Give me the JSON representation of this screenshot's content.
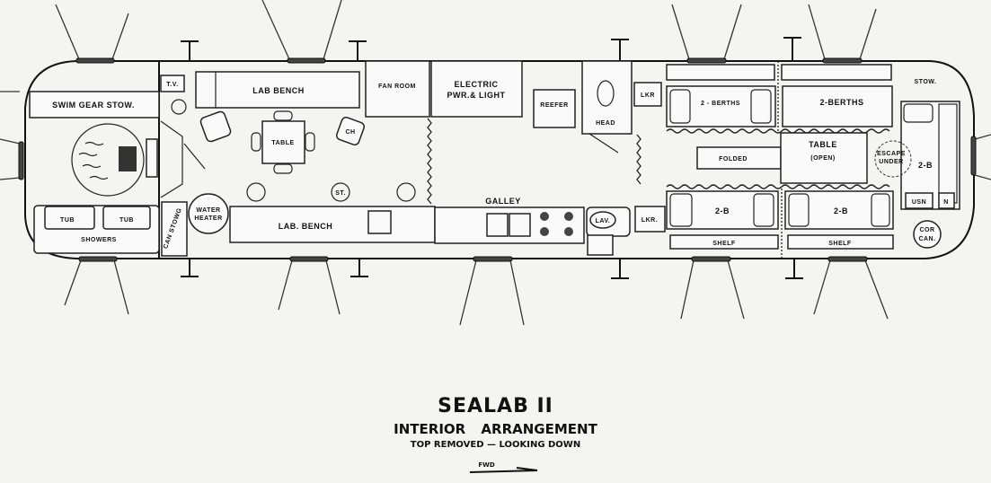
{
  "title": {
    "main": "SEALAB II",
    "sub": "INTERIOR ARRANGEMENT",
    "note": "TOP REMOVED — LOOKING DOWN",
    "direction": "FWD"
  },
  "labels": {
    "swim_gear": "SWIM GEAR STOW.",
    "tv": "T.V.",
    "lab_bench_top": "LAB BENCH",
    "table": "TABLE",
    "chair": "CH",
    "stool": "ST.",
    "fan_room": "FAN ROOM",
    "electric_1": "ELECTRIC",
    "electric_2": "PWR.& LIGHT",
    "reefer": "REEFER",
    "head": "HEAD",
    "lkr_top": "LKR",
    "lkr_bottom": "LKR.",
    "water_heater_1": "WATER",
    "water_heater_2": "HEATER",
    "can_stowage": "CAN STOWG",
    "lab_bench_bottom": "LAB. BENCH",
    "galley": "GALLEY",
    "lav": "LAV.",
    "tub_left": "TUB",
    "tub_right": "TUB",
    "shower": "SHOWERS",
    "berths_1": "2 - BERTHS",
    "berths_2": "2-BERTHS",
    "folded": "FOLDED",
    "table_open_1": "TABLE",
    "table_open_2": "(OPEN)",
    "b_1": "2-B",
    "b_2": "2-B",
    "b_3": "2-B",
    "shelf_1": "SHELF",
    "shelf_2": "SHELF",
    "stow": "STOW.",
    "escape_1": "ESCAPE",
    "escape_2": "UNDER",
    "usn": "USN",
    "n": "N",
    "cor_can_1": "COR",
    "cor_can_2": "CAN."
  }
}
